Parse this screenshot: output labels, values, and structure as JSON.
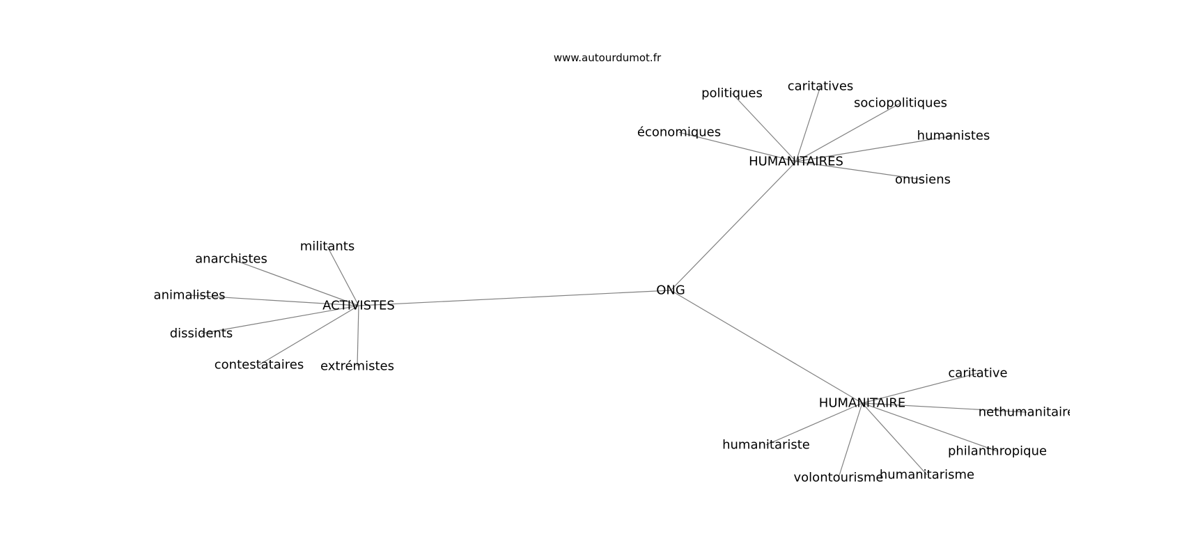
{
  "watermark": "www.autourdumot.fr",
  "graph": {
    "root": "ONG",
    "hubs": [
      {
        "label": "HUMANITAIRES",
        "children": [
          "économiques",
          "politiques",
          "caritatives",
          "sociopolitiques",
          "humanistes",
          "onusiens"
        ]
      },
      {
        "label": "ACTIVISTES",
        "children": [
          "anarchistes",
          "militants",
          "animalistes",
          "dissidents",
          "contestataires",
          "extrémistes"
        ]
      },
      {
        "label": "HUMANITAIRE",
        "children": [
          "caritative",
          "nethumanitaire",
          "philanthropique",
          "humanitarisme",
          "volontourisme",
          "humanitariste"
        ]
      }
    ]
  }
}
